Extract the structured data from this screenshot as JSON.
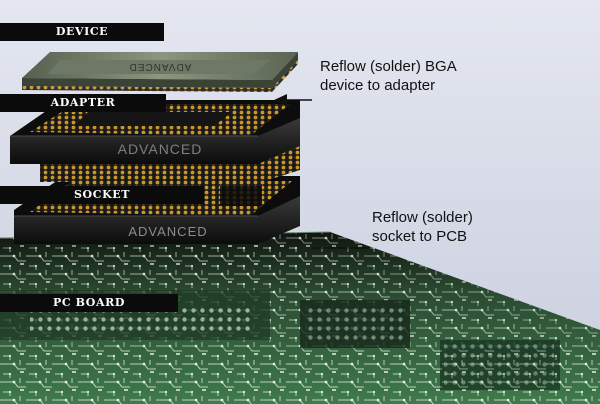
{
  "labels": {
    "device": "DEVICE",
    "adapter": "ADAPTER",
    "socket": "SOCKET",
    "pc_board": "PC BOARD"
  },
  "chip_text": {
    "device_top": "ADVANCED",
    "adapter": "ADVANCED",
    "socket": "ADVANCED"
  },
  "annotations": {
    "reflow_device": {
      "line1": "Reflow (solder) BGA",
      "line2": "device to adapter"
    },
    "reflow_socket": {
      "line1": "Reflow (solder)",
      "line2": "socket to PCB"
    }
  },
  "colors": {
    "background": "#d9dde9",
    "label_bar": "#0b0b0b",
    "label_text": "#ffffff",
    "pins": "#c9962a",
    "chip_body": "#202020",
    "device_top": "#6e7a68",
    "pcb_green": "#2f6a3e",
    "pcb_trace": "#cfe3d2"
  }
}
